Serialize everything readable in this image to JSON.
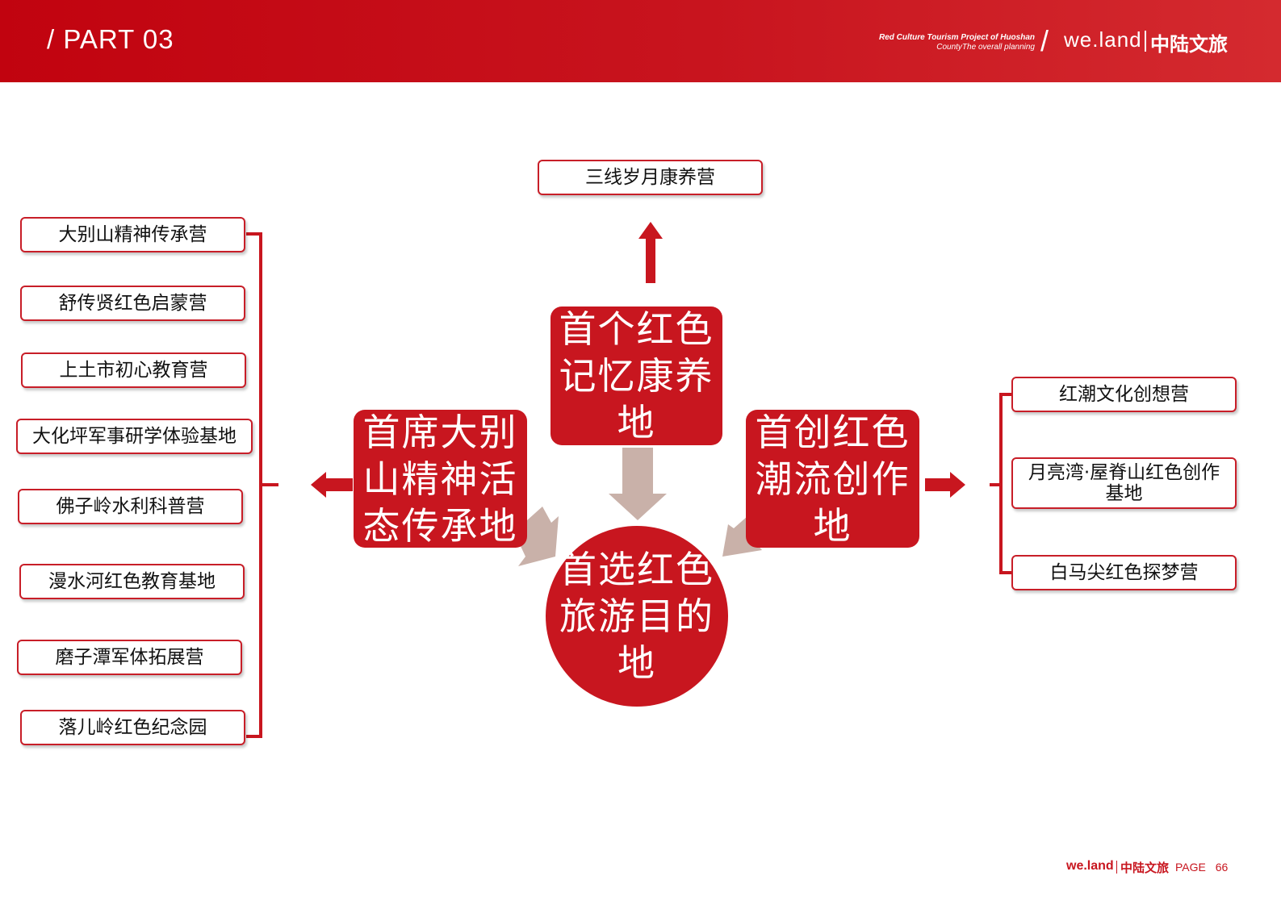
{
  "header": {
    "part": "/ PART 03",
    "project_en_line1": "Red Culture Tourism Project of Huoshan",
    "project_en_line2": "CountyThe overall planning",
    "slash": "/",
    "brand_en": "we.land",
    "brand_cn": "中陆文旅"
  },
  "diagram": {
    "core": "首选红色\n旅游目的\n地",
    "top": {
      "main": "首个红色\n记忆康养\n地",
      "items": [
        "三线岁月康养营"
      ]
    },
    "left": {
      "main": "首席大别\n山精神活\n态传承地",
      "items": [
        "大别山精神传承营",
        "舒传贤红色启蒙营",
        "上土市初心教育营",
        "大化坪军事研学体验基地",
        "佛子岭水利科普营",
        "漫水河红色教育基地",
        "磨子潭军体拓展营",
        "落儿岭红色纪念园"
      ]
    },
    "right": {
      "main": "首创红色\n潮流创作\n地",
      "items": [
        "红潮文化创想营",
        "月亮湾·屋脊山红色创作基地",
        "白马尖红色探梦营"
      ]
    },
    "colors": {
      "primary_red": "#c8161f",
      "arrow_gray": "#c9b1a9",
      "text": "#111111"
    }
  },
  "footer": {
    "brand_en": "we.land",
    "brand_cn": "中陆文旅",
    "page_label": "PAGE",
    "page_number": "66"
  }
}
